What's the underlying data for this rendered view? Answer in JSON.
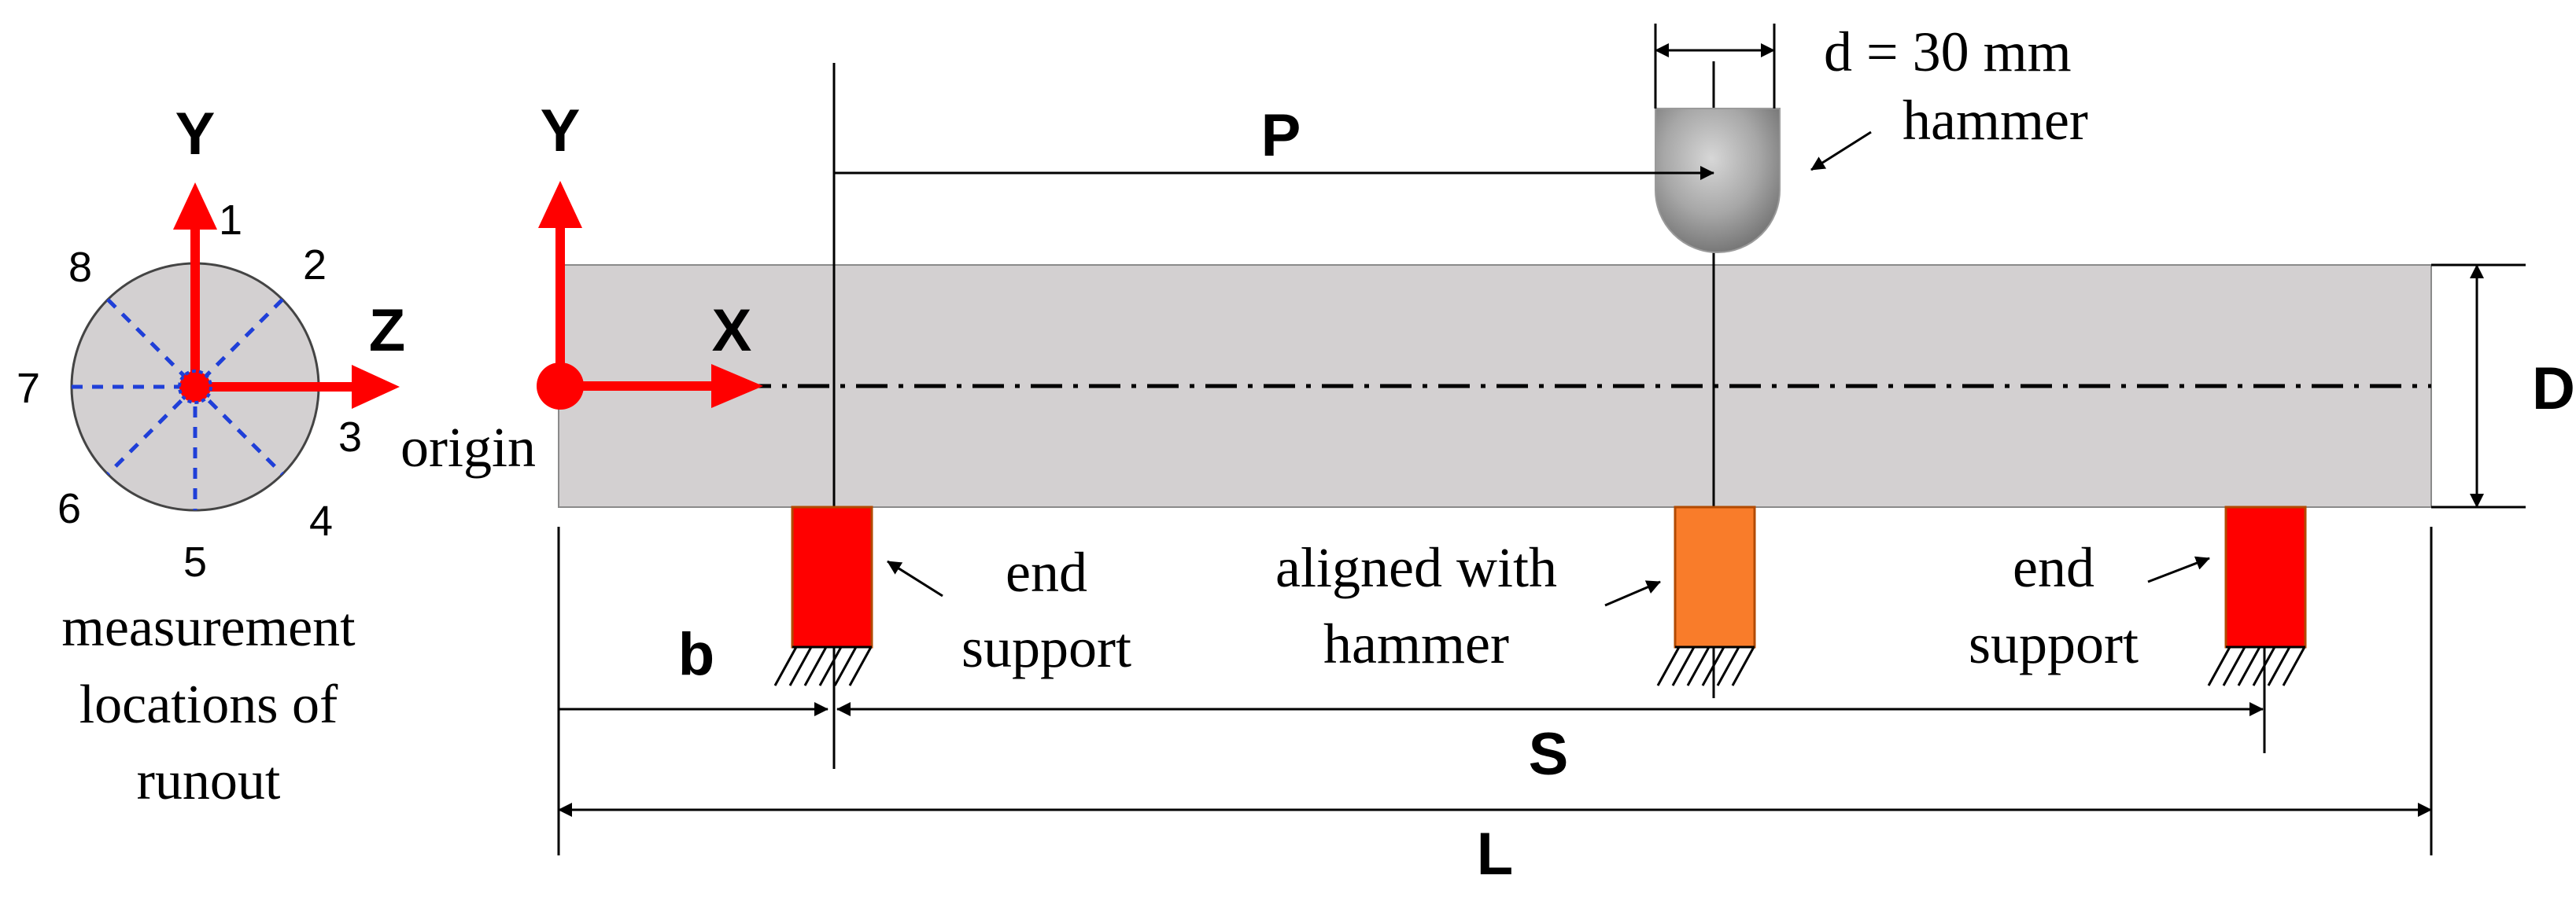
{
  "cross_section": {
    "axis_y": "Y",
    "axis_z": "Z",
    "locations": [
      "1",
      "2",
      "3",
      "4",
      "5",
      "6",
      "7",
      "8"
    ],
    "caption_lines": [
      "measurement",
      "locations of",
      "runout"
    ]
  },
  "beam": {
    "axis_y": "Y",
    "axis_x": "X",
    "origin_label": "origin",
    "dim_p": "P",
    "dim_d": "D",
    "dim_b": "b",
    "dim_s": "S",
    "dim_l": "L",
    "hammer_dim": "d = 30 mm",
    "hammer_label": "hammer",
    "left_support_lines": [
      "end",
      "support"
    ],
    "middle_support_lines": [
      "aligned with",
      "hammer"
    ],
    "right_support_lines": [
      "end",
      "support"
    ]
  },
  "colors": {
    "beam_fill": "#d3d0d1",
    "end_support": "#ff0000",
    "middle_support": "#f97c2a",
    "axis_arrow": "#ff0000",
    "guide_dashes": "#1f3fd8",
    "hammer": "#8f8f8f"
  }
}
